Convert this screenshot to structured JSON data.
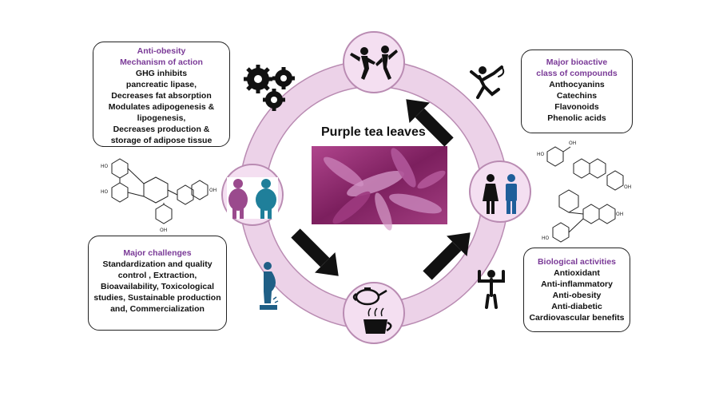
{
  "center_title": "Purple tea leaves",
  "colors": {
    "ring": "#ecd2e8",
    "ring_stroke": "#b98bb2",
    "node": "#f4dff1",
    "heading": "#7a3a97",
    "figure_pink": "#9a4a8d",
    "figure_teal": "#1f7f9a"
  },
  "anti_obesity": {
    "heading": [
      "Anti-obesity",
      "Mechanism of action"
    ],
    "lines": [
      "GHG inhibits",
      "pancreatic lipase,",
      "Decreases fat absorption",
      "Modulates adipogenesis &",
      "lipogenesis,",
      "Decreases production &",
      "storage of adipose tissue"
    ]
  },
  "bioactive": {
    "heading": [
      "Major bioactive",
      "class of compounds"
    ],
    "lines": [
      "Anthocyanins",
      "Catechins",
      "Flavonoids",
      "Phenolic acids"
    ]
  },
  "challenges": {
    "heading": [
      "Major challenges"
    ],
    "lines": [
      "Standardization and quality",
      "control , Extraction,",
      "Bioavailability, Toxicological",
      "studies, Sustainable production",
      "and, Commercialization"
    ]
  },
  "biological": {
    "heading": [
      "Biological activities"
    ],
    "lines": [
      "Antioxidant",
      "Anti-inflammatory",
      "Anti-obesity",
      "Anti-diabetic",
      "Cardiovascular benefits"
    ]
  },
  "icons": [
    "dancing-people-icon",
    "gears-icon",
    "dancer-icon",
    "couple-icon",
    "overweight-people-icon",
    "weighing-scale-person-icon",
    "teapot-icon",
    "tea-cup-icon",
    "strong-person-icon",
    "hydrolyzable-tannin-structure",
    "flavonoid-structures"
  ]
}
